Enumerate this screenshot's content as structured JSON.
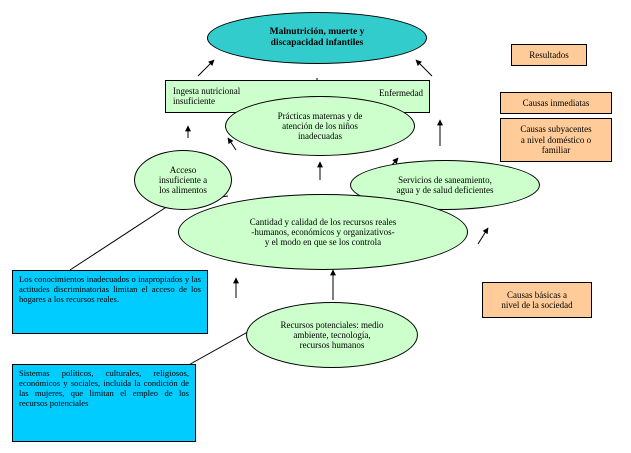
{
  "nodes": {
    "outcome": "Malnutrición, muerte y\ndiscapacidad infantiles",
    "intake": "Ingesta nutricional\ninsuficiente",
    "disease": "Enfermedad",
    "practices": "Prácticas maternas y de\natención de los niños\ninadecuadas",
    "access": "Acceso\ninsuficiente a\nlos alimentos",
    "sanitation": "Servicios de saneamiento,\nagua y de salud deficientes",
    "resources": "Cantidad y calidad de los recursos reales\n-humanos, económicos y organizativos-\ny el modo en que se los controla",
    "potential": "Recursos potenciales: medio\nambiente, tecnología,\nrecursos humanos"
  },
  "notes": {
    "knowledge": "Los conocimientos inadecuados o inapropiados y las actitudes discriminatorias limitan el acceso de los hogares a los recursos reales.",
    "systems": "Sistemas políticos, culturales, religiosos, económicos y sociales, incluida la condición de las mujeres, que limitan el empleo de los recursos potenciales"
  },
  "legend": {
    "results": "Resultados",
    "immediate": "Causas inmediatas",
    "underlying": "Causas subyacentes\na nivel doméstico o\nfamiliar",
    "basic": "Causas básicas a\nnivel de la sociedad"
  },
  "colors": {
    "outcome": "#33cccc",
    "green": "#ccffcc",
    "blue": "#00ccff",
    "legend": "#ffcc99"
  }
}
